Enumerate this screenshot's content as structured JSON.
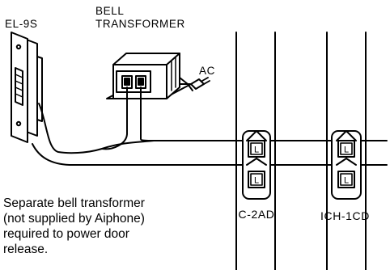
{
  "labels": {
    "door_station": "EL-9S",
    "transformer_line1": "BELL",
    "transformer_line2": "TRANSFORMER",
    "ac": "AC",
    "station1": "IC-2AD",
    "station2": "ICH-1CD",
    "terminal": "L"
  },
  "note": {
    "lines": [
      "Separate bell transformer",
      "(not supplied by Aiphone)",
      "required to power door",
      "release."
    ]
  }
}
